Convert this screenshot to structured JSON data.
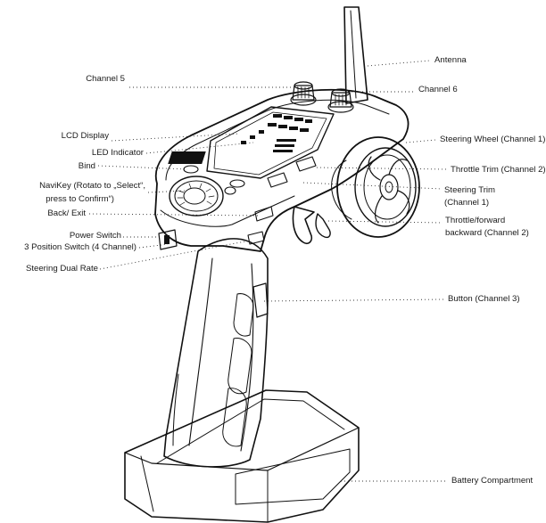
{
  "labels": {
    "antenna": "Antenna",
    "channel5": "Channel 5",
    "channel6": "Channel 6",
    "lcd_display": "LCD Display",
    "led_indicator": "LED Indicator",
    "bind": "Bind",
    "navikey_line1": "NaviKey (Rotato to „Select“,",
    "navikey_line2": "press to Confirm“)",
    "back_exit": "Back/ Exit",
    "power_switch": "Power Switch",
    "three_position_switch": "3 Position Switch (4 Channel)",
    "steering_dual_rate": "Steering Dual Rate",
    "steering_wheel": "Steering Wheel (Channel 1)",
    "throttle_trim": "Throttle Trim (Channel 2)",
    "steering_trim_line1": "Steering Trim",
    "steering_trim_line2": "(Channel 1)",
    "throttle_line1": "Throttle/forward",
    "throttle_line2": "backward (Channel 2)",
    "button_ch3": "Button (Channel 3)",
    "battery_compartment": "Battery Compartment"
  }
}
